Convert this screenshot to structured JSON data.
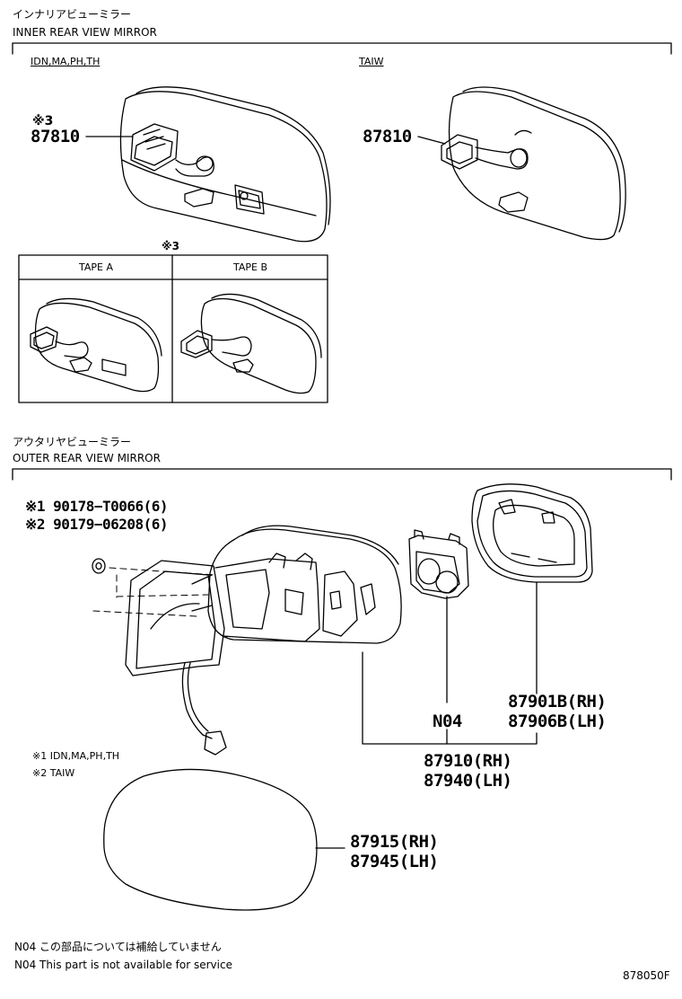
{
  "inner": {
    "title_jp": "インナリアビューミラー",
    "title_en": "INNER REAR VIEW MIRROR",
    "variant_left": "IDN,MA,PH,TH",
    "variant_right": "TAIW",
    "mark3_a": "※3",
    "part_left": "87810",
    "part_right": "87810",
    "table_mark": "※3",
    "tape_a": "TAPE A",
    "tape_b": "TAPE B"
  },
  "outer": {
    "title_jp": "アウタリヤビューミラー",
    "title_en": "OUTER REAR VIEW MIRROR",
    "screw1": "※1 90178−T0066(6)",
    "screw2": "※2 90179−06208(6)",
    "cover_rh": "87901B(RH)",
    "cover_lh": "87906B(LH)",
    "n04": "N04",
    "mirror_rh": "87910(RH)",
    "mirror_lh": "87940(LH)",
    "glass_rh": "87915(RH)",
    "glass_lh": "87945(LH)",
    "note1": "※1 IDN,MA,PH,TH",
    "note2": "※2 TAIW"
  },
  "footer": {
    "n04_jp": "N04 この部品については補給していません",
    "n04_en": "N04 This part is not available for service",
    "code": "878050F"
  }
}
